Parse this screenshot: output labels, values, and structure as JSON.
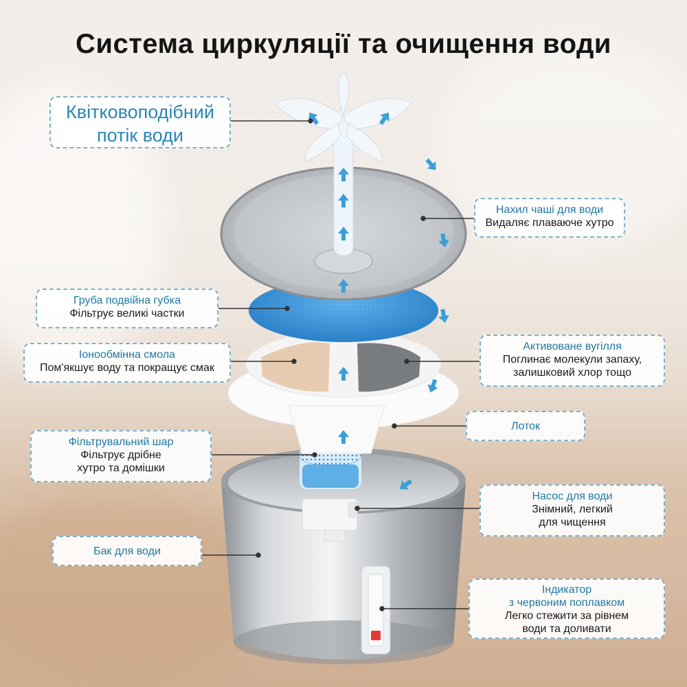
{
  "title": "Система циркуляції та очищення води",
  "callouts": {
    "flower": {
      "head": "Квітковоподібний",
      "head2": "потік води"
    },
    "tilt": {
      "head": "Нахил чаші для води",
      "desc": "Видаляє плаваюче хутро"
    },
    "sponge": {
      "head": "Груба подвійна губка",
      "desc": "Фільтрує великі частки"
    },
    "resin": {
      "head": "Іонообмінна смола",
      "desc": "Пом'якшує воду та покращує смак"
    },
    "carbon": {
      "head": "Активоване вугілля",
      "desc": "Поглинає молекули запаху,",
      "desc2": "залишковий хлор тощо"
    },
    "tray": {
      "head": "Лоток"
    },
    "ball": {
      "head": "Фільтрувальний шар",
      "desc": "Фільтрує дрібне",
      "desc2": "хутро та домішки"
    },
    "pump": {
      "head": "Насос для води",
      "desc": "Знімний, легкий",
      "desc2": "для чищення"
    },
    "tank": {
      "head": "Бак для води"
    },
    "indicator": {
      "head": "Індикатор",
      "head2": "з червоним поплавком",
      "desc": "Легко стежити за рівнем",
      "desc2": "води та доливати"
    }
  },
  "colors": {
    "label_head": "#1f78a4",
    "callout_border": "#7fb0c8",
    "arrow": "#3b9fd6",
    "sponge": "#3d98dd",
    "steel": "#b9bdc1"
  },
  "icons": [
    "flow-arrow-icon"
  ]
}
